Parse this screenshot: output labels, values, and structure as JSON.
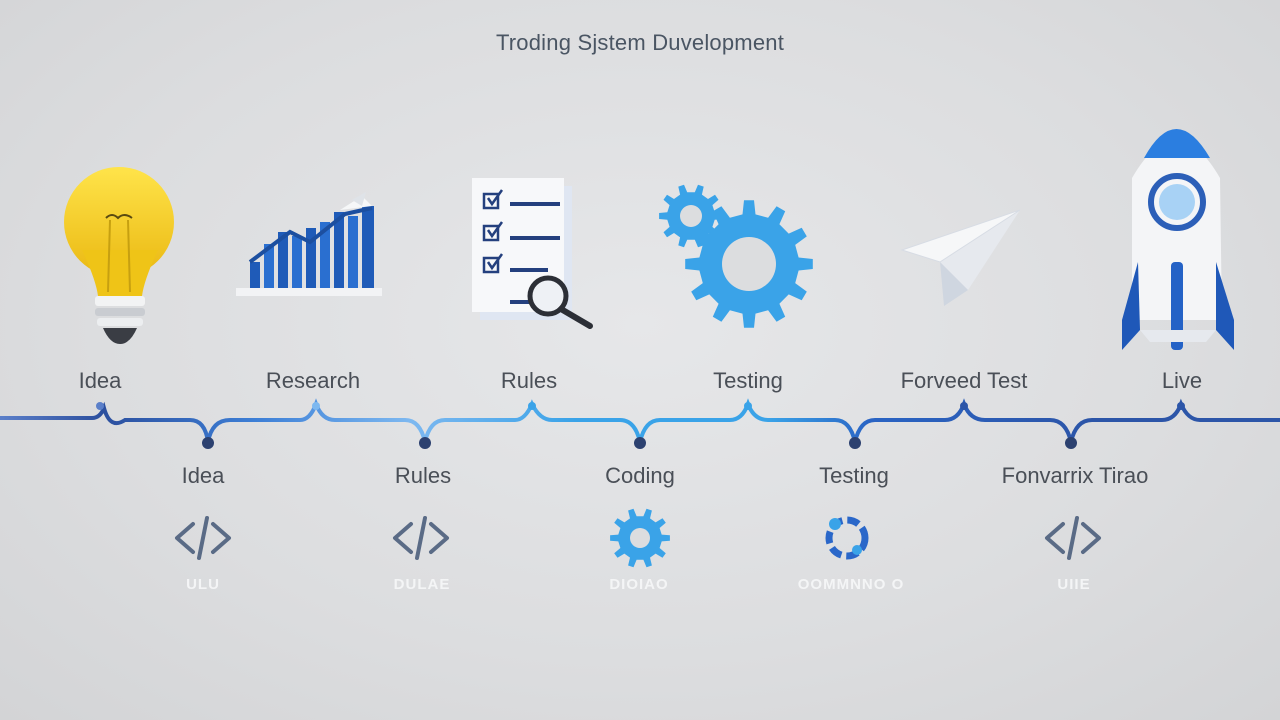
{
  "title": "Troding Sjstem Duvelopment",
  "top_stages": [
    {
      "label": "Idea",
      "icon": "lightbulb-icon"
    },
    {
      "label": "Research",
      "icon": "bar-chart-icon"
    },
    {
      "label": "Rules",
      "icon": "checklist-magnifier-icon"
    },
    {
      "label": "Testing",
      "icon": "gears-icon"
    },
    {
      "label": "Forveed Test",
      "icon": "paper-plane-icon"
    },
    {
      "label": "Live",
      "icon": "rocket-icon"
    }
  ],
  "bottom_stages": [
    {
      "label": "Idea",
      "icon": "code-icon",
      "caption": "ULU"
    },
    {
      "label": "Rules",
      "icon": "code-icon",
      "caption": "DULAE"
    },
    {
      "label": "Coding",
      "icon": "gear-icon",
      "caption": "DIOIAO"
    },
    {
      "label": "Testing",
      "icon": "gears-icon",
      "caption": "OOMMNNO O"
    },
    {
      "label": "Fonvarrix Tirao",
      "icon": "code-icon",
      "caption": "UIIE"
    }
  ],
  "colors": {
    "background": "#dcdddf",
    "line_dark": "#2c55a8",
    "line_light": "#66aaf0",
    "accent_blue": "#3aa3e8",
    "bulb_yellow": "#f2cf1d"
  }
}
